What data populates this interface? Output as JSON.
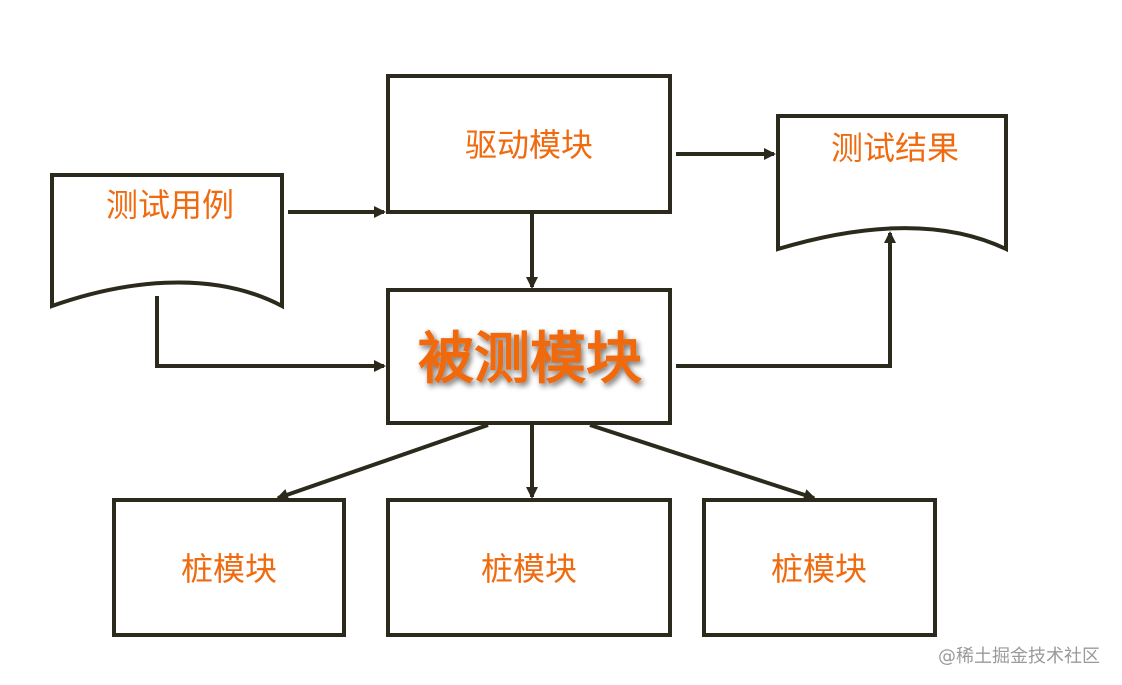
{
  "nodes": {
    "test_cases": "测试用例",
    "driver_module": "驱动模块",
    "test_results": "测试结果",
    "module_under_test": "被测模块",
    "stub_module_1": "桩模块",
    "stub_module_2": "桩模块",
    "stub_module_3": "桩模块"
  },
  "watermark": "@稀土掘金技术社区",
  "colors": {
    "label": "#f06a0f",
    "line": "#2b2a1c",
    "watermark": "#9a9a9a"
  }
}
